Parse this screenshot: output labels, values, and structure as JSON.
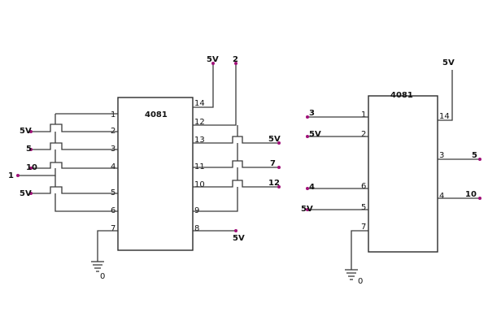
{
  "left_circuit": {
    "chip_name": "4081",
    "left_pins": [
      "1",
      "2",
      "3",
      "4",
      "5",
      "6",
      "7"
    ],
    "right_pins": [
      "14",
      "12",
      "13",
      "11",
      "10",
      "9",
      "8"
    ],
    "inputs": [
      "5V",
      "5",
      "10",
      "1",
      "5V"
    ],
    "top_labels": [
      "5V",
      "2"
    ],
    "outputs": [
      "5V",
      "7",
      "12"
    ],
    "bottom_right_label": "5V",
    "ground_label": "0"
  },
  "right_circuit": {
    "chip_name": "4081",
    "left_pins": [
      "1",
      "2",
      "6",
      "5",
      "7"
    ],
    "right_pins": [
      "14",
      "3",
      "4"
    ],
    "inputs": [
      "3",
      "5V",
      "4",
      "5V"
    ],
    "top_label": "5V",
    "outputs": [
      "5",
      "10"
    ],
    "ground_label": "0"
  }
}
